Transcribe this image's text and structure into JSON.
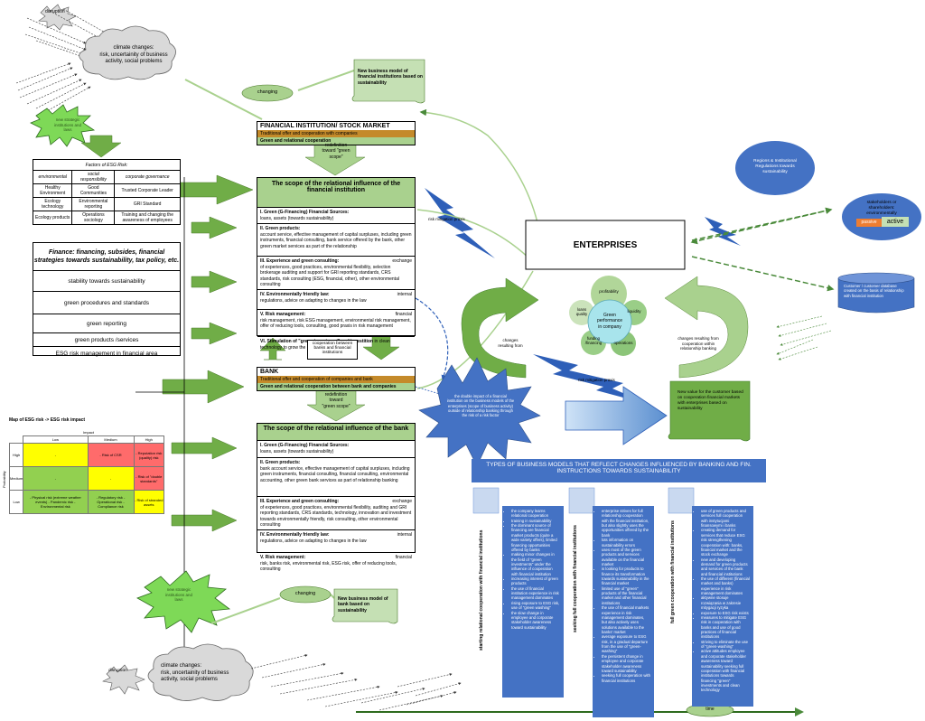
{
  "top_disruption": "disruption",
  "top_cloud": [
    "climate changes:",
    "risk, uncertainity of business",
    "activity, social problems"
  ],
  "top_starburst": [
    "new strategic",
    "institutions and",
    "laws"
  ],
  "changing_top": "changing",
  "scroll_top": "New business model of financial institutions based on sustainability",
  "esg_table": {
    "title": "Factors of ESG Risk:",
    "headers": [
      "environmental",
      "social responsibility",
      "corporate governance"
    ],
    "rows": [
      [
        "Healthy Environment",
        "Good Communities",
        "Trusted Corporate Leader"
      ],
      [
        "Ecology technology",
        "Environmental reporting",
        "GRI Standard"
      ],
      [
        "Ecology products",
        "Operations sociology",
        "Training and changing the awareness of employees"
      ]
    ]
  },
  "finance_box": {
    "title": "Finance: financing, subsides, financial strategies towards sustainability, tax policy, etc.",
    "rows": [
      "stability towards sustainability",
      "green procedures and standards",
      "green reporting",
      "green products /services",
      "ESG risk management in financial area"
    ]
  },
  "fi_header": {
    "title": "FINANCIAL INSTITUTION/ STOCK MARKET",
    "orange": "Traditional offer and cooperation with companies",
    "green": "Green and relational cooperation"
  },
  "redefinition_1": [
    "redefinition",
    "toward \"green",
    "scope\""
  ],
  "fi_scope": {
    "title": "The scope of the relational influence of the financial institution",
    "items": [
      {
        "h": "I. Green (G-Financing) Financial Sources:",
        "r": "",
        "t": "loans, assets (towards sustainability)"
      },
      {
        "h": "II. Green products:",
        "r": "",
        "t": "account service, effective management of capital surpluses, including green instruments, financial consulting, bank service offered by the bank, other green market services as part of the relationship"
      },
      {
        "h": "III. Experience and green consulting:",
        "r": "exchange",
        "t": "of experiences, good practices, environmental flexibility, selection brokerage auditing and support for GRI reporting standards, CRS standards, risk consulting (ESG, financial, other), other environmental consulting"
      },
      {
        "h": "IV. Environmentally friendly law:",
        "r": "internal",
        "t": "regulations, advice on adapting to changes in the law"
      },
      {
        "h": "V. Risk management:",
        "r": "financial",
        "t": "risk management, risk ESG management, environmental risk management, offer of reducing tools, consulting, good praxis in risk management"
      },
      {
        "h": "VI. Stimulation of \"green investment\" and investition",
        "r": "",
        "t": "in clean technology to grow the circular economy"
      }
    ]
  },
  "coop_box": "cooperation between banks and financial institutions",
  "bank_header": {
    "title": "BANK",
    "orange": "Traditional offer and cooperation of companies and bank",
    "green": "Green and relational cooperation between bank and companies"
  },
  "redefinition_2": [
    "redefinition",
    "toward",
    "\"green scope\""
  ],
  "bank_scope": {
    "title": "The scope of the relational influence of the bank",
    "items": [
      {
        "h": "I. Green (G-Financing) Financial Sources:",
        "r": "",
        "t": "loans, assets (towards sustainability)"
      },
      {
        "h": "II. Green products:",
        "r": "",
        "t": "bank account service, effective management of capital surpluses, including green instruments, financial consulting, financial consulting, environmental accounting, other green bank services as part of relationship banking"
      },
      {
        "h": "III. Experience and green consulting:",
        "r": "exchange",
        "t": "of experiences, good practices, environmental flexibility, auditing and GRI reporting standards, CRS standards, technology, innovation and investment towards environmentally friendly, risk consulting, other environmental consulting"
      },
      {
        "h": "IV. Environmentally friendly law:",
        "r": "internal",
        "t": "regulations, advice on adapting to changes in the law"
      },
      {
        "h": "V. Risk management:",
        "r": "financial",
        "t": "risk, banks risk, environmental risk, ESG risk, offer of reducing tools, consulting"
      }
    ]
  },
  "risk_mitigation_1": "risk mitigation praxis",
  "risk_mitigation_2": "risk mitigation praxis",
  "enterprises": "ENTERPRISES",
  "green_perf": {
    "center": [
      "Green",
      "performance",
      "in company"
    ],
    "bubbles": [
      "profitability",
      "liquidity",
      "operations",
      "funding /financing",
      "loans quality"
    ]
  },
  "changes_left": [
    "changes",
    "resulting from"
  ],
  "changes_right": [
    "changes resulting from",
    "cooperation within",
    "relationship banking"
  ],
  "regions": [
    "Regions & Institutional",
    "Regulations towards",
    "sustainability"
  ],
  "stakeholders": {
    "title": [
      "stakeholders or",
      "shareholders:",
      "environmentally"
    ],
    "passive": "passive",
    "active": "active"
  },
  "customer_db": "Customer / customer database created on the basis of relationship with financial institution",
  "double_impact": "the double impact of a financial institution on the business models of the enterprises (scope of business activity) outside of relationship banking through the risk of a risk factor",
  "new_value": "New value for the customer based on cooperation financial markets with enterprises based on sustainability",
  "types_title": "TYPES OF BUSINESS MODELS THAT REFLECT CHANGES INFLUENCED BY BANKING  AND FIN. INSTRUCTIONS TOWARDS SUSTAINABILITY",
  "types_cols": [
    {
      "label": "starting relational cooperation with financial institutions",
      "items": [
        "the company learns relational cooperation",
        "training in sustainability",
        "the dominant source of financing are financial market products (quite a wide variety offers), limited financing opportunities offered by banks",
        "making minor changes in the field of \"green investments\" under the influence of cooperation with financial institution",
        "increasing interest of green products",
        "the use of financial institution experience in risk management dominates",
        "rising exposure to ESG risk, use of \"green washing\"",
        "the slow change in employee and corporate stakeholder awareness toward sustainability"
      ]
    },
    {
      "label": "seeking full cooperation with financial institutions",
      "items": [
        "enterprise strives for full relationship cooperation with the financial institution, but also slightly uses the opportunities offered by the bank",
        "lots information on sustainability errors",
        "uses most of the green products and services available on the financial market",
        "is looking for products to finance its transformation towards sustainability in the financial market",
        "limited use of \"green\" products of the financial market and other financial institutions",
        "the use of financial markets experience in risk management dominates, but also actively uses solutions available to the banks' market",
        "average exposure to ESG risk, in a gradual departure from the use of \"green-washing\"",
        "the persistent change in employee and corporate stakeholder awareness toward sustainability",
        "seeking full cooperation with financial institutions"
      ]
    },
    {
      "label": "full green cooperation with financial institutions",
      "items": [
        "use of green products and services full cooperation with instytucjami finansowymi i banks",
        "creating demand for services that reduce ESG risk strengthening cooperation with: banks, financial market and the stock exchange",
        "new and developing demand for green products and services of the bank and financial institutions",
        "the use of different (financial market and banks) experience in risk management dominates",
        "aktywne stosuje rozwiązania w zakresie mitygacji ryzyka",
        "exposure to ESG risk exists",
        "measures to mitigate ESG risk in cooperation with banks and use of good practices of financial institutions",
        "striving to eliminate the use of \"green-washing\"",
        "active attitudes employee and corporate stakeholder awareness toward sustainability seeking full cooperation with financial institutions towards financing \"green\" investments and clean technology"
      ]
    }
  ],
  "time_label": "time",
  "matrix": {
    "title": "Map of ESG risk -> ESG risk impact",
    "impact": "Impact",
    "probability": "Probability",
    "cols": [
      "Low",
      "Medium",
      "High"
    ],
    "rows": [
      {
        "label": "High",
        "cells": [
          "-",
          "- Risk of CSR",
          "- Reputation risk (quality) risk"
        ]
      },
      {
        "label": "Medium",
        "cells": [
          "-",
          "-",
          "- Risk of \"double standards\""
        ]
      },
      {
        "label": "Low",
        "cells": [
          "- Physical risk (extreme weather events) - Pandemic risk - Environmental risk",
          "- Regulatory risk - Operational risk - Compliance risk",
          "- Risk of stranded assets"
        ]
      }
    ],
    "colors": {
      "green": "#92d050",
      "yellow": "#ffff00",
      "red": "#ff6b6b"
    }
  },
  "bottom_starburst": [
    "new strategic",
    "institutions and",
    "laws"
  ],
  "changing_bottom": "changing",
  "scroll_bottom": "New business model of bank based on  sustainability",
  "bottom_disruption": "disruption",
  "bottom_cloud": [
    "climate changes:",
    "risk, uncertainity of business",
    "activity, social problems"
  ]
}
